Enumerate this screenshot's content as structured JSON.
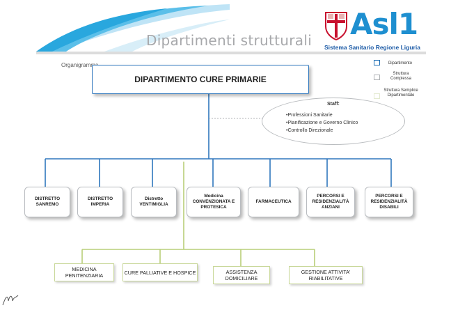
{
  "header": {
    "title": "Dipartimenti strutturali",
    "logo_text": "Asl1",
    "logo_subtitle": "Sistema Sanitario Regione Liguria"
  },
  "organigramma_label": "Organigramma",
  "legend": [
    {
      "label": "Dipartimento",
      "color": "#1f6fb5"
    },
    {
      "label": "Struttura Complessa",
      "color": "#b0b3b6"
    },
    {
      "label": "Struttura Semplice Dipartimentale",
      "color": "#e3ead0"
    }
  ],
  "department": {
    "title": "DIPARTIMENTO CURE PRIMARIE"
  },
  "staff": {
    "title": "Staff:",
    "items": [
      "•Professioni Sanitarie",
      "•Pianificazione e Governo Clinico",
      "•Controllo Direzionale"
    ]
  },
  "complex_units": [
    "DISTRETTO SANREMO",
    "DISTRETTO IMPERIA",
    "Distretto VENTIMIGLIA",
    "Medicina CONVENZIONATA E PROTESICA",
    "FARMACEUTICA",
    "PERCORSI E RESIDENZIALITÀ ANZIANI",
    "PERCORSI E RESIDENZIALITÀ DISABILI"
  ],
  "simple_units": [
    "MEDICINA PENITENZIARIA",
    "CURE PALLIATIVE E HOSPICE",
    "ASSISTENZA DOMICILIARE",
    "GESTIONE ATTIVITA' RIABILITATIVE"
  ],
  "colors": {
    "blue_line": "#2f77bd",
    "green_line": "#b9cf78",
    "swoosh": "#29a7de",
    "logo_blue": "#1e8fd0"
  }
}
